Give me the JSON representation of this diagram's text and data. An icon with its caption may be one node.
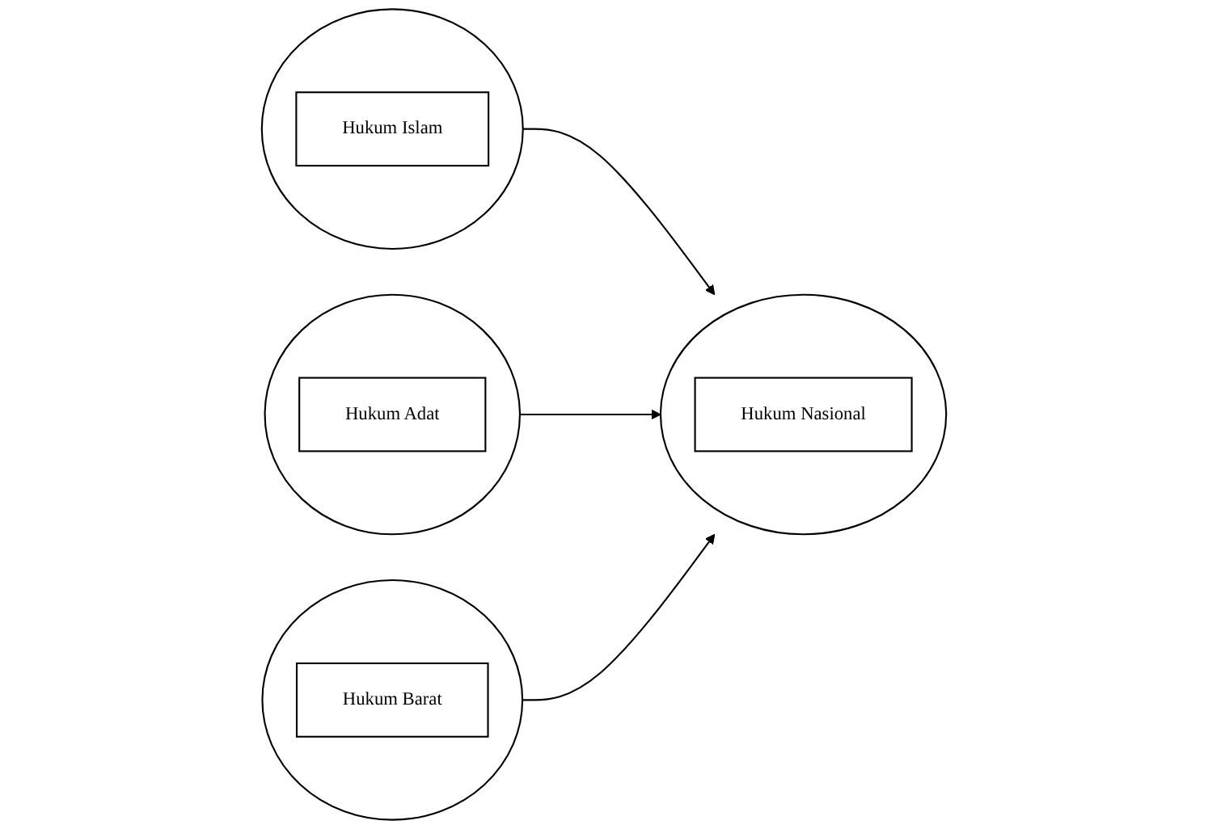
{
  "diagram": {
    "nodes": [
      {
        "text": [],
        "shape": "circle"
      },
      {
        "text": [
          "Hukum Islam"
        ],
        "in": 0
      },
      {
        "text": [],
        "shape": "circle"
      },
      {
        "text": [
          "Hukum Adat"
        ],
        "in": 2
      },
      {
        "text": [],
        "shape": "circle"
      },
      {
        "text": [
          "Hukum Barat"
        ],
        "in": 4
      },
      {
        "text": [],
        "shape": "circle"
      },
      {
        "text": [
          "Hukum Nasional"
        ],
        "in": 6
      }
    ],
    "edges": [
      {
        "from": 0,
        "to": 6,
        "arrow": "to"
      },
      {
        "from": 2,
        "to": 6,
        "arrow": "to"
      },
      {
        "from": 4,
        "to": 6,
        "arrow": "to"
      }
    ]
  }
}
